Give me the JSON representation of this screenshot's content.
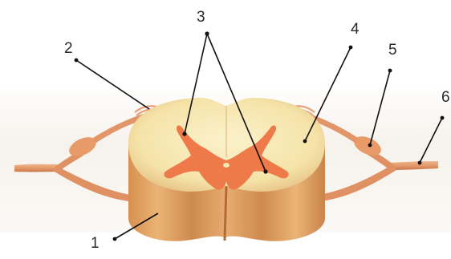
{
  "labels": {
    "l1": "1",
    "l2": "2",
    "l3": "3",
    "l4": "4",
    "l5": "5",
    "l6": "6"
  },
  "colors": {
    "background_haze": "#f4f0ea",
    "white_matter": "#f7e7b0",
    "white_matter_shade": "#e9c98a",
    "grey_matter": "#ee7a4a",
    "body_outer": "#d89a5e",
    "nerve": "#e39a6a",
    "nerve_dark": "#c9774a",
    "leader_line": "#111111"
  }
}
